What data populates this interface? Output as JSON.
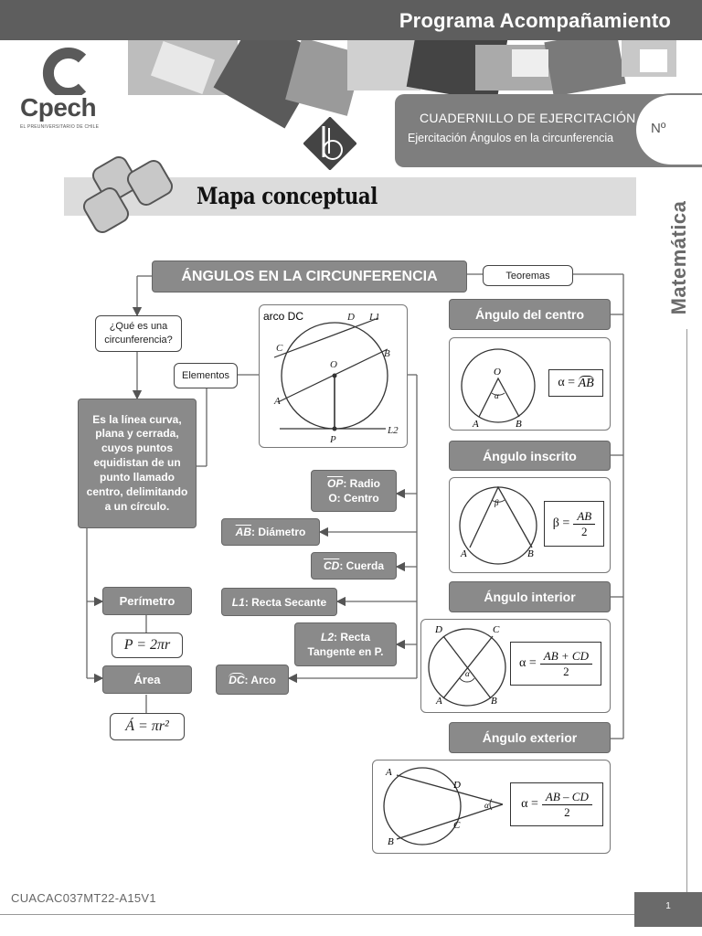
{
  "header": {
    "program_title": "Programa Acompañamiento"
  },
  "logo": {
    "word": "Cpech",
    "tagline": "EL PREUNIVERSITARIO DE CHILE"
  },
  "booklet": {
    "line1": "CUADERNILLO DE EJERCITACIÓN",
    "line2": "Ejercitación Ángulos en la circunferencia",
    "number_label": "Nº"
  },
  "section": {
    "title": "Mapa conceptual"
  },
  "subject": "Matemática",
  "map": {
    "main_title": "ÁNGULOS EN LA CIRCUNFERENCIA",
    "theorems_label": "Teoremas",
    "question": "¿Qué es una circunferencia?",
    "elements_label": "Elementos",
    "definition": "Es la línea curva, plana y cerrada, cuyos puntos equidistan de un punto llamado centro, delimitando a un círculo.",
    "perimeter_label": "Perímetro",
    "perimeter_formula": "P = 2πr",
    "area_label": "Área",
    "area_formula": "Á = πr²",
    "diagram": {
      "arc_label": "arco DC",
      "points": [
        "D",
        "L1",
        "C",
        "B",
        "O",
        "A",
        "P",
        "L2"
      ]
    },
    "element_items": [
      {
        "symbol": "OP",
        "text": ": Radio",
        "text2": "O: Centro"
      },
      {
        "symbol": "AB",
        "text": ": Diámetro"
      },
      {
        "symbol": "CD",
        "text": ": Cuerda"
      },
      {
        "symbol": "L1",
        "text": ": Recta Secante"
      },
      {
        "symbol": "L2",
        "text": ": Recta",
        "text2": "Tangente en P."
      },
      {
        "symbol": "DC",
        "text": ": Arco"
      }
    ],
    "theorems": [
      {
        "title": "Ángulo del centro",
        "formula_lhs": "α =",
        "formula_rhs": "AB"
      },
      {
        "title": "Ángulo inscrito",
        "formula_lhs": "β =",
        "formula_num": "AB",
        "formula_den": "2"
      },
      {
        "title": "Ángulo interior",
        "formula_lhs": "α =",
        "formula_num": "AB + CD",
        "formula_den": "2"
      },
      {
        "title": "Ángulo exterior",
        "formula_lhs": "α =",
        "formula_num": "AB – CD",
        "formula_den": "2"
      }
    ]
  },
  "footer": {
    "code": "CUACAC037MT22-A15V1",
    "page": "1"
  }
}
